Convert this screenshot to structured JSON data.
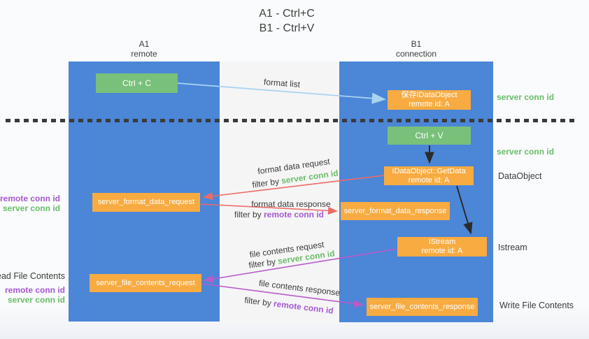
{
  "title": {
    "line1": "A1 - Ctrl+C",
    "line2": "B1 - Ctrl+V"
  },
  "columns": {
    "a1": {
      "name": "A1",
      "subtitle": "remote"
    },
    "b1": {
      "name": "B1",
      "subtitle": "connection"
    }
  },
  "boxes": {
    "ctrl_c": {
      "label": "Ctrl + C"
    },
    "save_idataobject": {
      "line1": "保存IDataObject",
      "line2": "remote id: A"
    },
    "ctrl_v": {
      "label": "Ctrl + V"
    },
    "getdata": {
      "line1": "IDataObject::GetData",
      "line2": "remote id: A"
    },
    "format_request": {
      "label": "server_format_data_request"
    },
    "format_response": {
      "label": "server_format_data_response"
    },
    "istream": {
      "line1": "IStream",
      "line2": "remote id: A"
    },
    "file_request": {
      "label": "server_file_contents_request"
    },
    "file_response": {
      "label": "server_file_contents_response"
    }
  },
  "shared": {
    "filter_by": "filter by ",
    "server_conn_id": "server conn id",
    "remote_conn_id": "remote conn id"
  },
  "arrow_labels": {
    "format_list": "format list",
    "format_data_request": "format data request",
    "format_data_response": "format data response",
    "file_contents_request": "file contents request",
    "file_contents_response": "file contents response"
  },
  "side_labels": {
    "dataobject": "DataObject",
    "istream": "Istream",
    "read_file_contents": "Read File Contents",
    "write_file_contents": "Write File Contents"
  },
  "colors": {
    "column_blue": "#4b86d7",
    "box_green": "#79c07a",
    "box_orange": "#f8ab41",
    "arrow_red": "#ee6b66",
    "arrow_purple": "#b85cc8",
    "arrow_light_blue": "#a9d3f1",
    "arrow_black": "#2b2b2b",
    "text_green": "#69bd69",
    "text_purple": "#a458d0",
    "text_dark": "#3b3b3b"
  }
}
